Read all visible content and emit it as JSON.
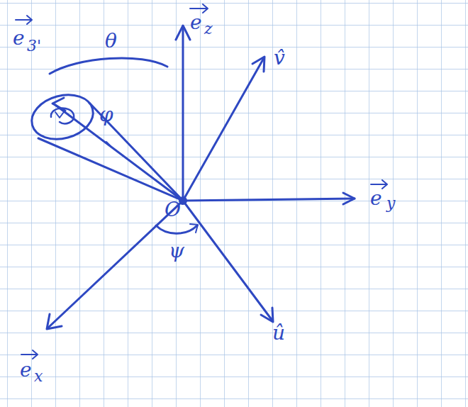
{
  "diagram": {
    "labels": [
      "e",
      "3'",
      "θ",
      "e",
      "z",
      "v̂",
      "φ",
      "O",
      "e",
      "y",
      "ψ",
      "e",
      "x",
      "û"
    ]
  }
}
